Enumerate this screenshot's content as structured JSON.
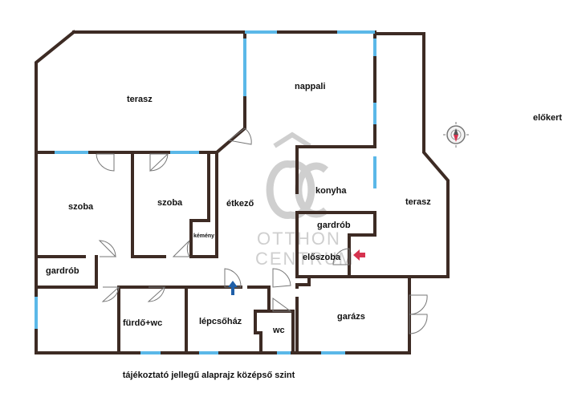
{
  "rooms": {
    "terasz_left": "terasz",
    "nappali": "nappali",
    "elokert": "előkert",
    "konyha": "konyha",
    "etkezo": "étkező",
    "terasz_right": "terasz",
    "szoba_1": "szoba",
    "szoba_2": "szoba",
    "gardrob_upper": "gardrób",
    "kemeny": "kémény",
    "eloszoba": "előszoba",
    "gardrob_left": "gardrób",
    "furdo_wc": "fürdő+wc",
    "lepcsohaz": "lépcsőház",
    "wc": "wc",
    "garazs": "garázs"
  },
  "watermark": {
    "monogram": "ÓC",
    "line1": "OTTHON",
    "line2": "CENTRUM"
  },
  "caption": "tájékoztató jellegű alaprajz középső szint",
  "colors": {
    "wall": "#3d2b24",
    "window": "#5bb8e8",
    "entrance_arrow": "#d6334f",
    "stair_arrow": "#1f5fa8",
    "watermark": "#cfcfcf"
  },
  "icons": {
    "compass": "compass-rose-icon",
    "entrance": "entrance-arrow-icon",
    "stairs": "stair-direction-arrow-icon"
  }
}
